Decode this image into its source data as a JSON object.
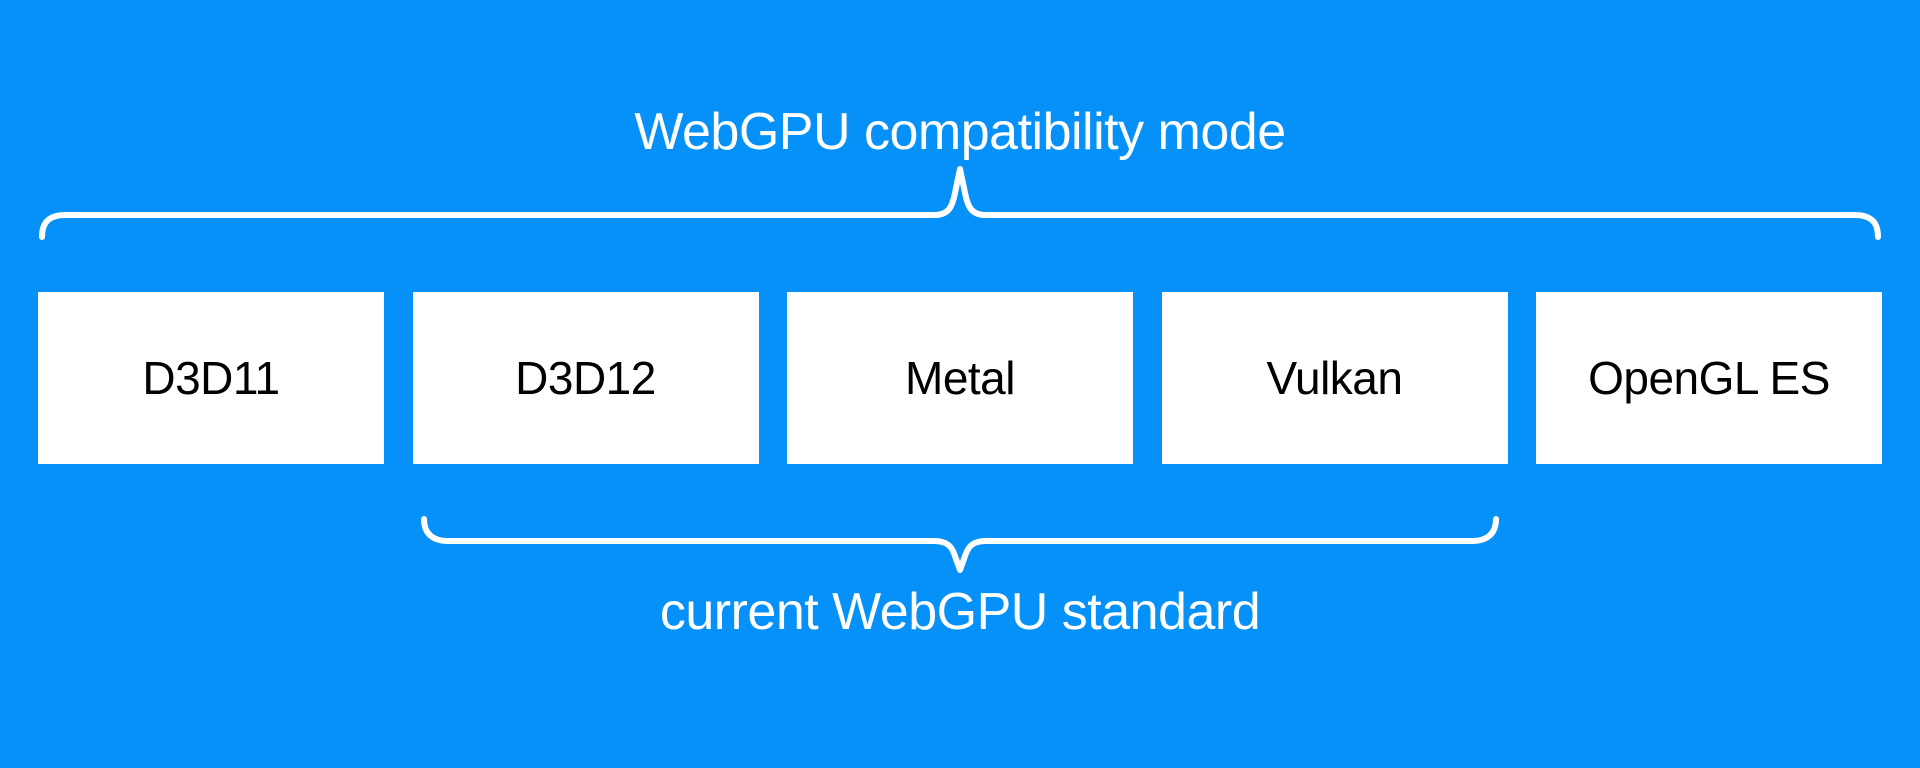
{
  "diagram": {
    "background_color": "#0591f7",
    "box_color": "#ffffff",
    "box_text_color": "#000000",
    "label_text_color": "#ffffff",
    "backends": [
      "D3D11",
      "D3D12",
      "Metal",
      "Vulkan",
      "OpenGL ES"
    ],
    "top_group": {
      "label": "WebGPU compatibility mode",
      "members": [
        "D3D11",
        "D3D12",
        "Metal",
        "Vulkan",
        "OpenGL ES"
      ]
    },
    "bottom_group": {
      "label": "current WebGPU standard",
      "members": [
        "D3D12",
        "Metal",
        "Vulkan"
      ]
    }
  }
}
